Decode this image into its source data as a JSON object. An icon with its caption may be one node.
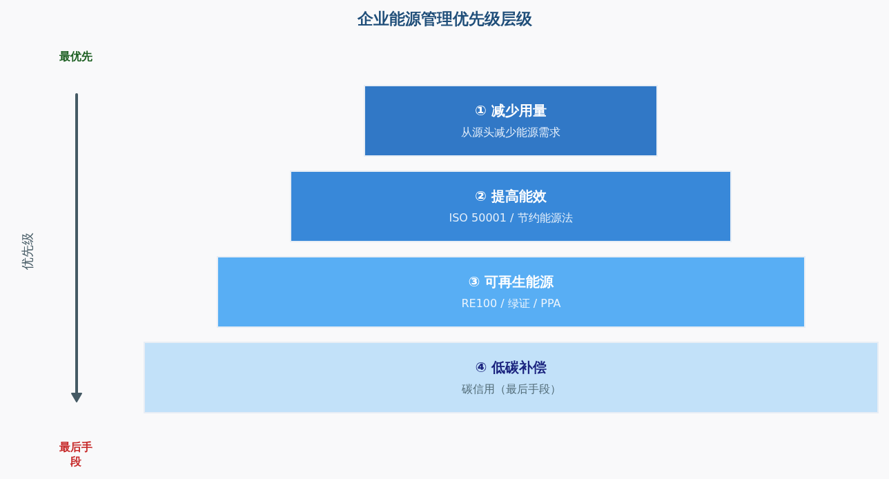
{
  "diagram": {
    "title": "企业能源管理优先级层级",
    "nodes": [
      {
        "text": [
          "① 减少用量",
          "从源头减少能源需求"
        ]
      },
      {
        "text": [
          "② 提高能效",
          "ISO 50001 / 节约能源法"
        ]
      },
      {
        "text": [
          "③ 可再生能源",
          "RE100 / 绿证 / PPA"
        ]
      },
      {
        "text": [
          "④ 低碳补偿",
          "碳信用（最后手段）"
        ]
      }
    ],
    "labels": [
      "最优先",
      "优先级",
      "最后手段"
    ]
  }
}
